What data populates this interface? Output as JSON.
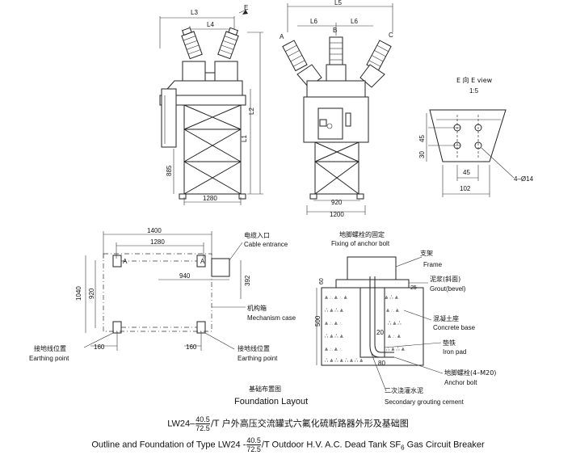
{
  "labels": {
    "L3": "L3",
    "L4": "L4",
    "E": "E",
    "L5": "L5",
    "L6a": "L6",
    "L6b": "L6",
    "A": "A",
    "B": "B",
    "C": "C",
    "L2": "L2",
    "L1": "L1",
    "d885": "885",
    "d1280top": "1280",
    "d920": "920",
    "d1200": "1200",
    "e_view_cn": "E 向  E view",
    "scale": "1:5",
    "d45a": "45",
    "d30": "30",
    "d45b": "45",
    "d102": "102",
    "hole": "4–Ø14",
    "d1400": "1400",
    "d1280": "1280",
    "d940": "940",
    "d1040": "1040",
    "d920v": "920",
    "d392": "392",
    "d160a": "160",
    "d160b": "160",
    "cable_cn": "电缆入口",
    "cable_en": "Cable entrance",
    "mech_cn": "机构箱",
    "mech_en": "Mechanism case",
    "earth1_cn": "接地线位置",
    "earth1_en": "Earthing point",
    "earth2_cn": "接地线位置",
    "earth2_en": "Earthing point",
    "anchor_fix_cn": "地脚螺栓的固定",
    "anchor_fix_en": "Fixing of anchor bolt",
    "frame_cn": "支架",
    "frame_en": "Frame",
    "grout_cn": "泥浆(斜面)",
    "grout_en": "Grout(bevel)",
    "concrete_cn": "混凝土座",
    "concrete_en": "Concrete base",
    "iron_cn": "垫铁",
    "iron_en": "Iron pad",
    "anchor_cn": "地脚螺栓(4–M20)",
    "anchor_en": "Anchor bolt",
    "second_cn": "二次浇灌水泥",
    "second_en": "Secondary grouting cement",
    "d60": "60",
    "d25": "25",
    "d500": "500",
    "d20": "20",
    "d80": "80",
    "layout_cn": "基础布置图",
    "layout_en": "Foundation Layout"
  },
  "caption": {
    "cn_prefix": "LW24–",
    "cn_num": "40.5",
    "cn_den": "72.5",
    "cn_suffix": "/T 户外高压交流罐式六氟化硫断路器外形及基础图",
    "en_prefix": "Outline and Foundation of Type LW24 -",
    "en_num": "40.5",
    "en_den": "72.5",
    "en_suffix": "/T Outdoor H.V. A.C. Dead Tank SF",
    "en_sub": "6",
    "en_tail": "  Gas Circuit Breaker"
  }
}
